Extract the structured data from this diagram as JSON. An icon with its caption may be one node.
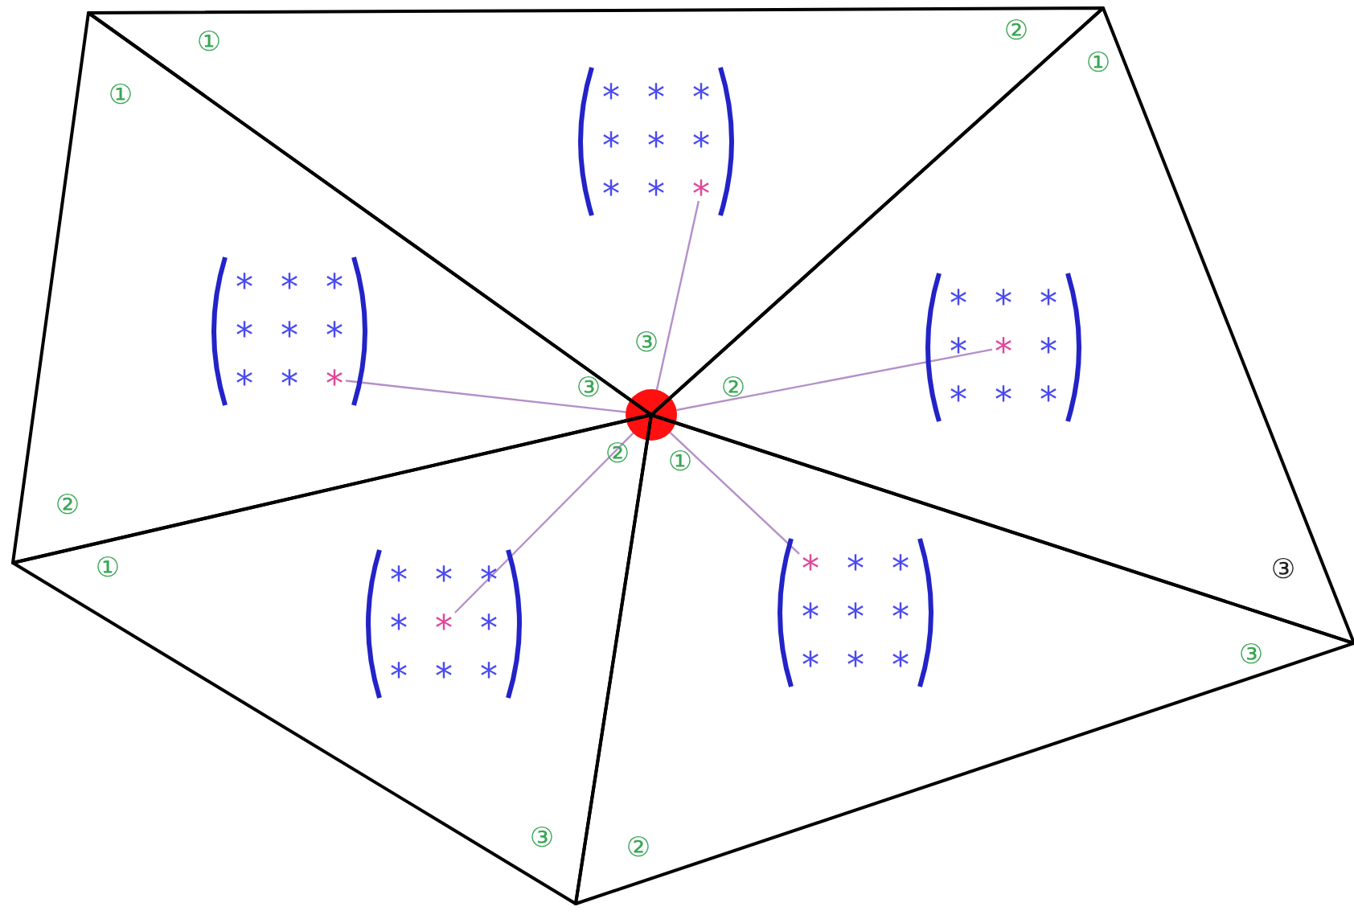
{
  "diagram": {
    "nodes": [
      {
        "text": [],
        "shape": "circle"
      },
      {
        "text": [
          "①",
          "②",
          "③"
        ]
      },
      {
        "text": [
          "*",
          "*",
          "*",
          "*",
          "*",
          "*",
          "*",
          "*"
        ],
        "in": 1
      },
      {
        "text": [
          "*"
        ],
        "in": 2
      },
      {
        "text": [
          "①",
          "③",
          "②"
        ]
      },
      {
        "text": [
          "*",
          "*",
          "*",
          "*",
          "*",
          "*",
          "*",
          "*"
        ],
        "in": 4
      },
      {
        "text": [
          "*"
        ],
        "in": 5
      },
      {
        "text": [
          "①",
          "②"
        ]
      },
      {
        "text": [
          "*",
          "*",
          "*",
          "*",
          "*",
          "*",
          "*",
          "*"
        ],
        "in": 7
      },
      {
        "text": [
          "*"
        ],
        "in": 8
      },
      {
        "text": [
          "②",
          "①",
          "③"
        ]
      },
      {
        "text": [
          "*",
          "*",
          "*",
          "*",
          "*",
          "*",
          "*",
          "*"
        ],
        "in": 10
      },
      {
        "text": [
          "*"
        ],
        "in": 11
      },
      {
        "text": [
          "①",
          "③",
          "②"
        ]
      },
      {
        "text": [
          "*",
          "*",
          "*",
          "*",
          "*",
          "*",
          "*",
          "*"
        ],
        "in": 13
      },
      {
        "text": [
          "*"
        ],
        "in": 14
      }
    ],
    "edges": [
      {
        "from": 3,
        "to": 0,
        "arrow": "none"
      },
      {
        "from": 6,
        "to": 0,
        "arrow": "none"
      },
      {
        "from": 9,
        "to": 0,
        "arrow": "none"
      },
      {
        "from": 12,
        "to": 0,
        "arrow": "none"
      },
      {
        "from": 15,
        "to": 0,
        "arrow": "none"
      }
    ],
    "labels": [
      "③"
    ]
  }
}
